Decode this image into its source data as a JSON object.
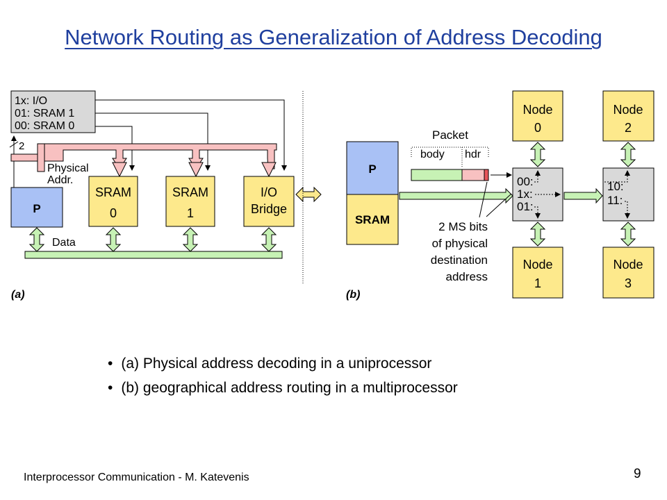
{
  "title": "Network Routing as Generalization of Address Decoding",
  "diagram_a": {
    "decode_table": [
      "1x: I/O",
      "01: SRAM 1",
      "00: SRAM 0"
    ],
    "bit_width": "2",
    "processor": "P",
    "phys_addr_label": [
      "Physical",
      "Addr."
    ],
    "sram0": [
      "SRAM",
      "0"
    ],
    "sram1": [
      "SRAM",
      "1"
    ],
    "io_bridge": [
      "I/O",
      "Bridge"
    ],
    "data_label": "Data",
    "caption": "(a)"
  },
  "diagram_b": {
    "processor": "P",
    "sram": "SRAM",
    "packet_label": "Packet",
    "body_label": "body",
    "hdr_label": "hdr",
    "ms_bits_note": [
      "2 MS bits",
      "of physical",
      "destination",
      "address"
    ],
    "router_left": [
      "00:",
      "1x:",
      "01:"
    ],
    "router_right": [
      "10:",
      "11:"
    ],
    "node0": [
      "Node",
      "0"
    ],
    "node1": [
      "Node",
      "1"
    ],
    "node2": [
      "Node",
      "2"
    ],
    "node3": [
      "Node",
      "3"
    ],
    "caption": "(b)"
  },
  "bullets": [
    "(a) Physical address decoding in a uniprocessor",
    "(b) geographical address routing in a multiprocessor"
  ],
  "footer": "Interprocessor Communication - M. Katevenis",
  "page_number": "9",
  "colors": {
    "title": "#1f3f9e",
    "processor_fill": "#a9c1f5",
    "memory_fill": "#fde98c",
    "address_bus_fill": "#f8c1c1",
    "data_bus_fill": "#c7f2b5",
    "router_fill": "#d9d9d9"
  }
}
